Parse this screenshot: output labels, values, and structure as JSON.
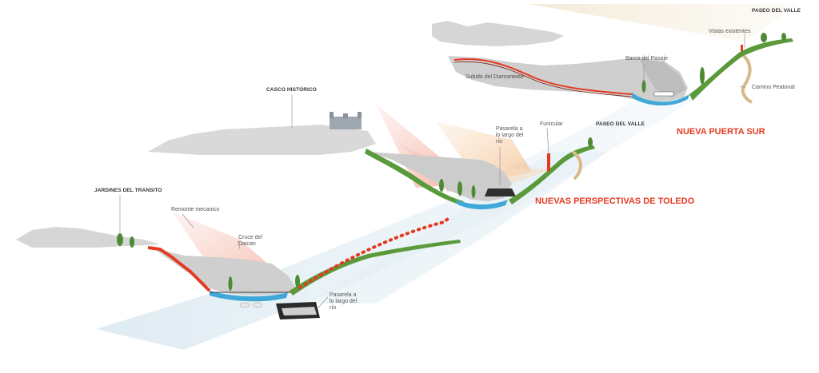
{
  "colors": {
    "accent_red": "#e53a22",
    "water_blue": "#3fa8d8",
    "terrain_grey": "#c9c9c9",
    "vegetation_green": "#5a9a3a",
    "view_cone_red": "#f0a090",
    "view_cone_orange": "#f5c79a",
    "path_tan": "#d8b98a",
    "flow_blue": "#cfe3ee"
  },
  "labels": {
    "paseo_del_valle_top": "PASEO DEL VALLE",
    "vistas_existentes": "Vistas existentes",
    "barco_del_pasaje": "Barco del Pasaje",
    "subida_del_diamantista": "Subida del Diamantista",
    "camino_peatonal": "Camino Peatonal",
    "nueva_puerta_sur": "NUEVA PUERTA SUR",
    "casco_historico": "CASCO HISTÓRICO",
    "pasarela_mid": "Pasarela a lo largo del río",
    "funicular": "Funicular",
    "paseo_del_valle_mid": "PASEO DEL VALLE",
    "nuevas_perspectivas": "NUEVAS PERSPECTIVAS DE TOLEDO",
    "jardines_del_transito": "JARDINES DEL TRANSITO",
    "remonte_mecanico": "Remonte mecanico",
    "cruce_del_daican": "Cruce del Daican",
    "pasarela_low": "Pasarela a lo largo del río"
  }
}
